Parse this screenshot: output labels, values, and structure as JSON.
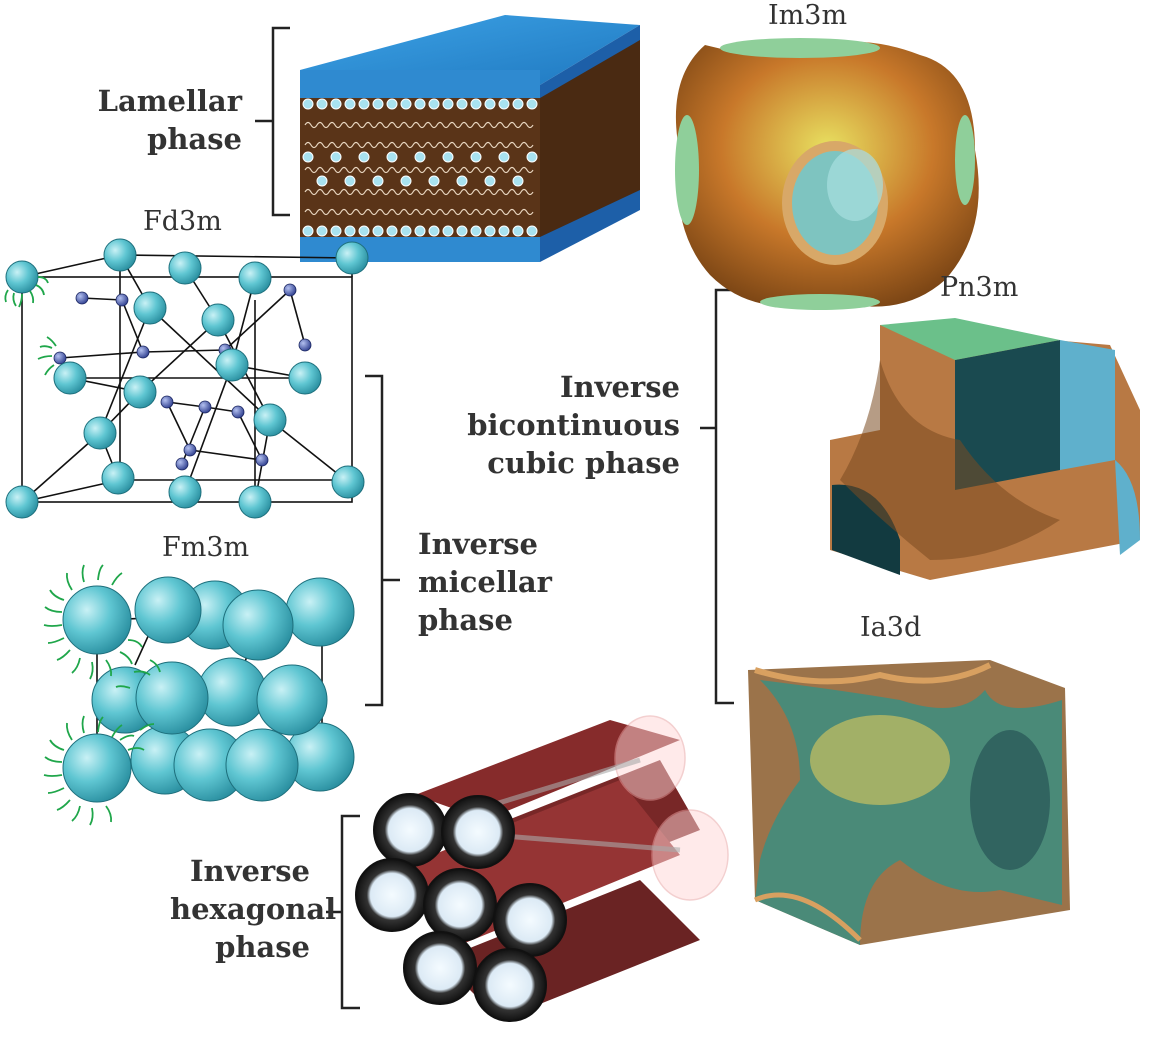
{
  "labels": {
    "lamellar": [
      "Lamellar",
      "phase"
    ],
    "bicontinuous": [
      "Inverse",
      "bicontinuous",
      "cubic phase"
    ],
    "micellar": [
      "Inverse",
      "micellar",
      "phase"
    ],
    "hexagonal": [
      "Inverse",
      "hexagonal",
      "phase"
    ]
  },
  "captions": {
    "im3m": "Im3m",
    "fd3m": "Fd3m",
    "pn3m": "Pn3m",
    "fm3m": "Fm3m",
    "ia3d": "Ia3d"
  },
  "colors": {
    "text": "#333333",
    "sphere": "#5fc6d2",
    "lipid_tail": "#1fa64a",
    "small_sphere": "#4a5fb5",
    "water_blue": "#2f8ad0",
    "lipid_brown": "#5a3418",
    "cubic_orange": "#c8782a",
    "cubic_green": "#8fcf9a",
    "cylinder_red": "#8a1f1f"
  }
}
